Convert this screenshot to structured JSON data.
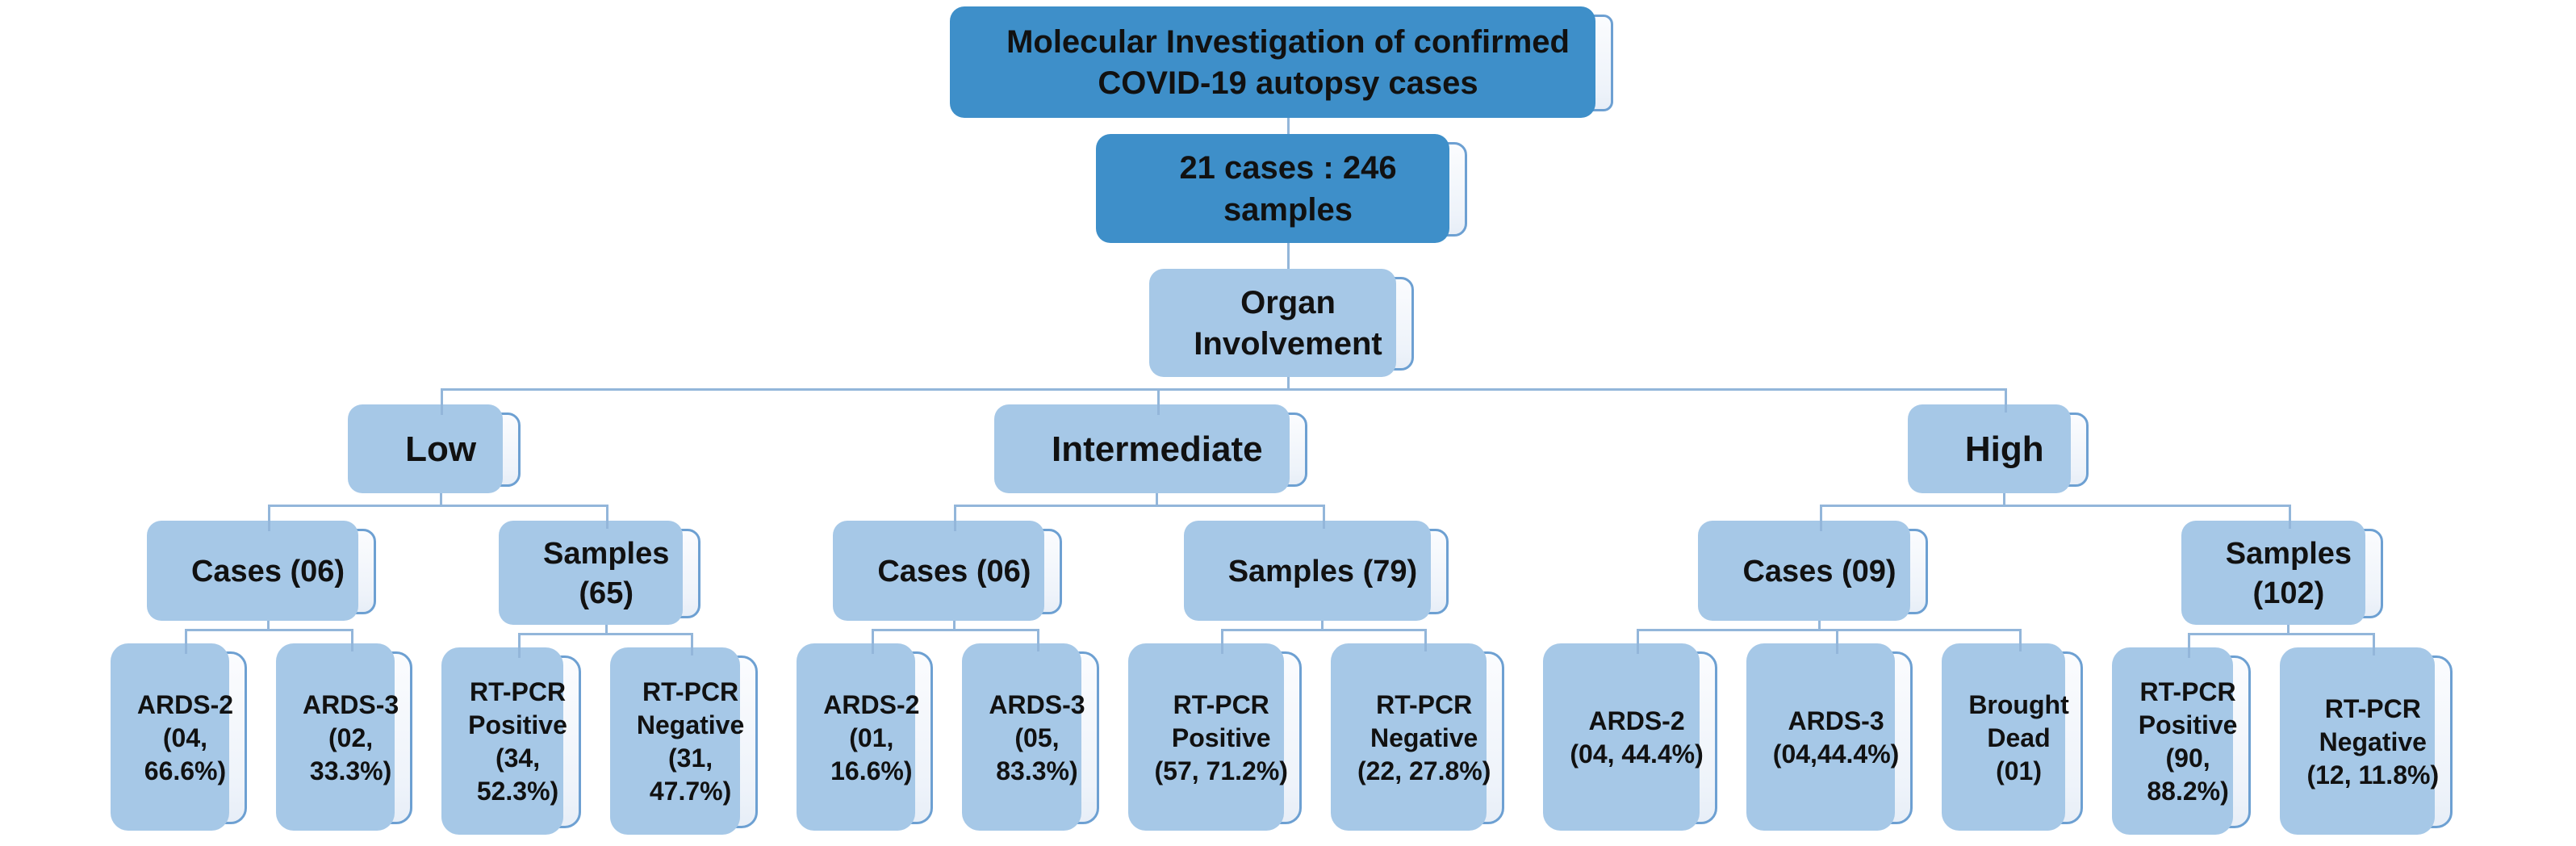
{
  "title": {
    "label": "Molecular Investigation of confirmed\nCOVID-19 autopsy cases"
  },
  "total": {
    "label": "21 cases : 246\nsamples"
  },
  "organ": {
    "label": "Organ\nInvolvement"
  },
  "branches": [
    {
      "label": "Low",
      "groups": [
        {
          "label": "Cases (06)",
          "children": [
            {
              "label": "ARDS-2\n(04,\n66.6%)"
            },
            {
              "label": "ARDS-3\n(02,\n33.3%)"
            }
          ]
        },
        {
          "label": "Samples\n(65)",
          "children": [
            {
              "label": "RT-PCR\nPositive\n(34,\n52.3%)"
            },
            {
              "label": "RT-PCR\nNegative\n(31,\n47.7%)"
            }
          ]
        }
      ]
    },
    {
      "label": "Intermediate",
      "groups": [
        {
          "label": "Cases (06)",
          "children": [
            {
              "label": "ARDS-2\n(01,\n16.6%)"
            },
            {
              "label": "ARDS-3\n(05,\n83.3%)"
            }
          ]
        },
        {
          "label": "Samples (79)",
          "children": [
            {
              "label": "RT-PCR\nPositive\n(57, 71.2%)"
            },
            {
              "label": "RT-PCR\nNegative\n(22, 27.8%)"
            }
          ]
        }
      ]
    },
    {
      "label": "High",
      "groups": [
        {
          "label": "Cases (09)",
          "children": [
            {
              "label": "ARDS-2\n(04, 44.4%)"
            },
            {
              "label": "ARDS-3\n(04,44.4%)"
            },
            {
              "label": "Brought\nDead\n(01)"
            }
          ]
        },
        {
          "label": "Samples\n(102)",
          "children": [
            {
              "label": "RT-PCR\nPositive\n(90,\n88.2%)"
            },
            {
              "label": "RT-PCR\nNegative\n(12, 11.8%)"
            }
          ]
        }
      ]
    }
  ],
  "colors": {
    "accent_dark": "#3e8fc9",
    "accent_light": "#a6c8e7",
    "box_border": "#6da0d2",
    "box_fill": "#eef3fa",
    "connector": "#93b6da",
    "text": "#111111"
  }
}
